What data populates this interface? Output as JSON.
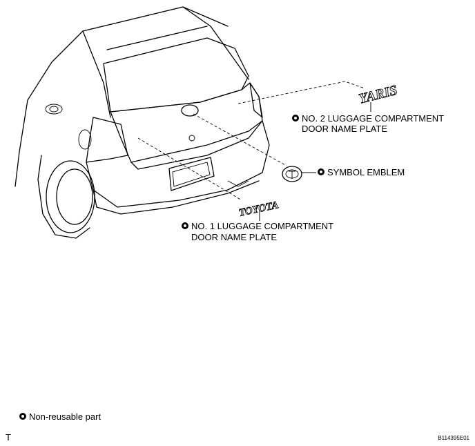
{
  "labels": {
    "no2_plate_line1": "NO. 2 LUGGAGE COMPARTMENT",
    "no2_plate_line2": "DOOR NAME PLATE",
    "symbol_emblem": "SYMBOL EMBLEM",
    "no1_plate_line1": "NO. 1 LUGGAGE COMPARTMENT",
    "no1_plate_line2": "DOOR NAME PLATE"
  },
  "parts": {
    "yaris_logo_text": "YARIS",
    "toyota_logo_text": "TOYOTA"
  },
  "legend": {
    "non_reusable": "Non-reusable part"
  },
  "corner": {
    "left_code": "T",
    "right_code": "B114395E01"
  },
  "icons": {
    "non_reusable_marker": "non-reusable-part-icon"
  }
}
